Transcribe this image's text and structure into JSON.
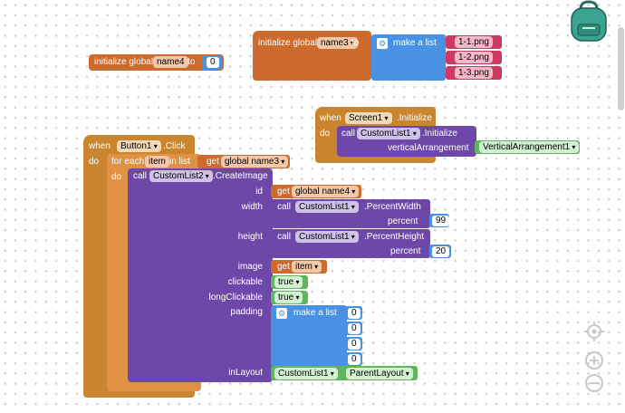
{
  "init_name4": {
    "label": "initialize global",
    "var": "name4",
    "to": "to",
    "value": "0"
  },
  "init_name3": {
    "label": "initialize global",
    "var": "name3",
    "to": "to",
    "make": "make a list",
    "items": [
      "1-1.png",
      "1-2.png",
      "1-3.png"
    ]
  },
  "screen_init": {
    "when": "when",
    "component": "Screen1",
    "event": ".Initialize",
    "do": "do",
    "call": "call",
    "target": "CustomList1",
    "method": ".Initialize",
    "param": "verticalArrangement",
    "value": "VerticalArrangement1"
  },
  "button_click": {
    "when": "when",
    "component": "Button1",
    "event": ".Click",
    "do": "do",
    "foreach": "for each",
    "item": "item",
    "inlist": "in list",
    "get": "get",
    "global": "global name3",
    "do2": "do",
    "call": "call",
    "target": "CustomList2",
    "method": ".CreateImage",
    "id_label": "id",
    "id_get": "get",
    "id_var": "global name4",
    "width_label": "width",
    "width_call": "call",
    "width_target": "CustomList1",
    "width_method": ".PercentWidth",
    "percent_label": "percent",
    "width_value": "99",
    "height_label": "height",
    "height_call": "call",
    "height_target": "CustomList1",
    "height_method": ".PercentHeight",
    "percent_label2": "percent",
    "height_value": "20",
    "image_label": "image",
    "image_get": "get",
    "image_var": "item",
    "clickable_label": "clickable",
    "clickable_value": "true",
    "long_label": "longClickable",
    "long_value": "true",
    "padding_label": "padding",
    "padding_make": "make a list",
    "padding_values": [
      "0",
      "0",
      "0",
      "0"
    ],
    "layout_label": "inLayout",
    "layout_component": "CustomList1",
    "layout_prop": "ParentLayout"
  },
  "colors": {
    "orange": "#cd6a2d",
    "purple": "#6e48a8",
    "blue": "#4891e3",
    "red": "#cb3a63",
    "green": "#60b65f",
    "gold": "#c9862f"
  },
  "icons": [
    "backpack-icon",
    "target-icon",
    "zoom-in-icon",
    "zoom-out-icon",
    "gear-icon"
  ]
}
